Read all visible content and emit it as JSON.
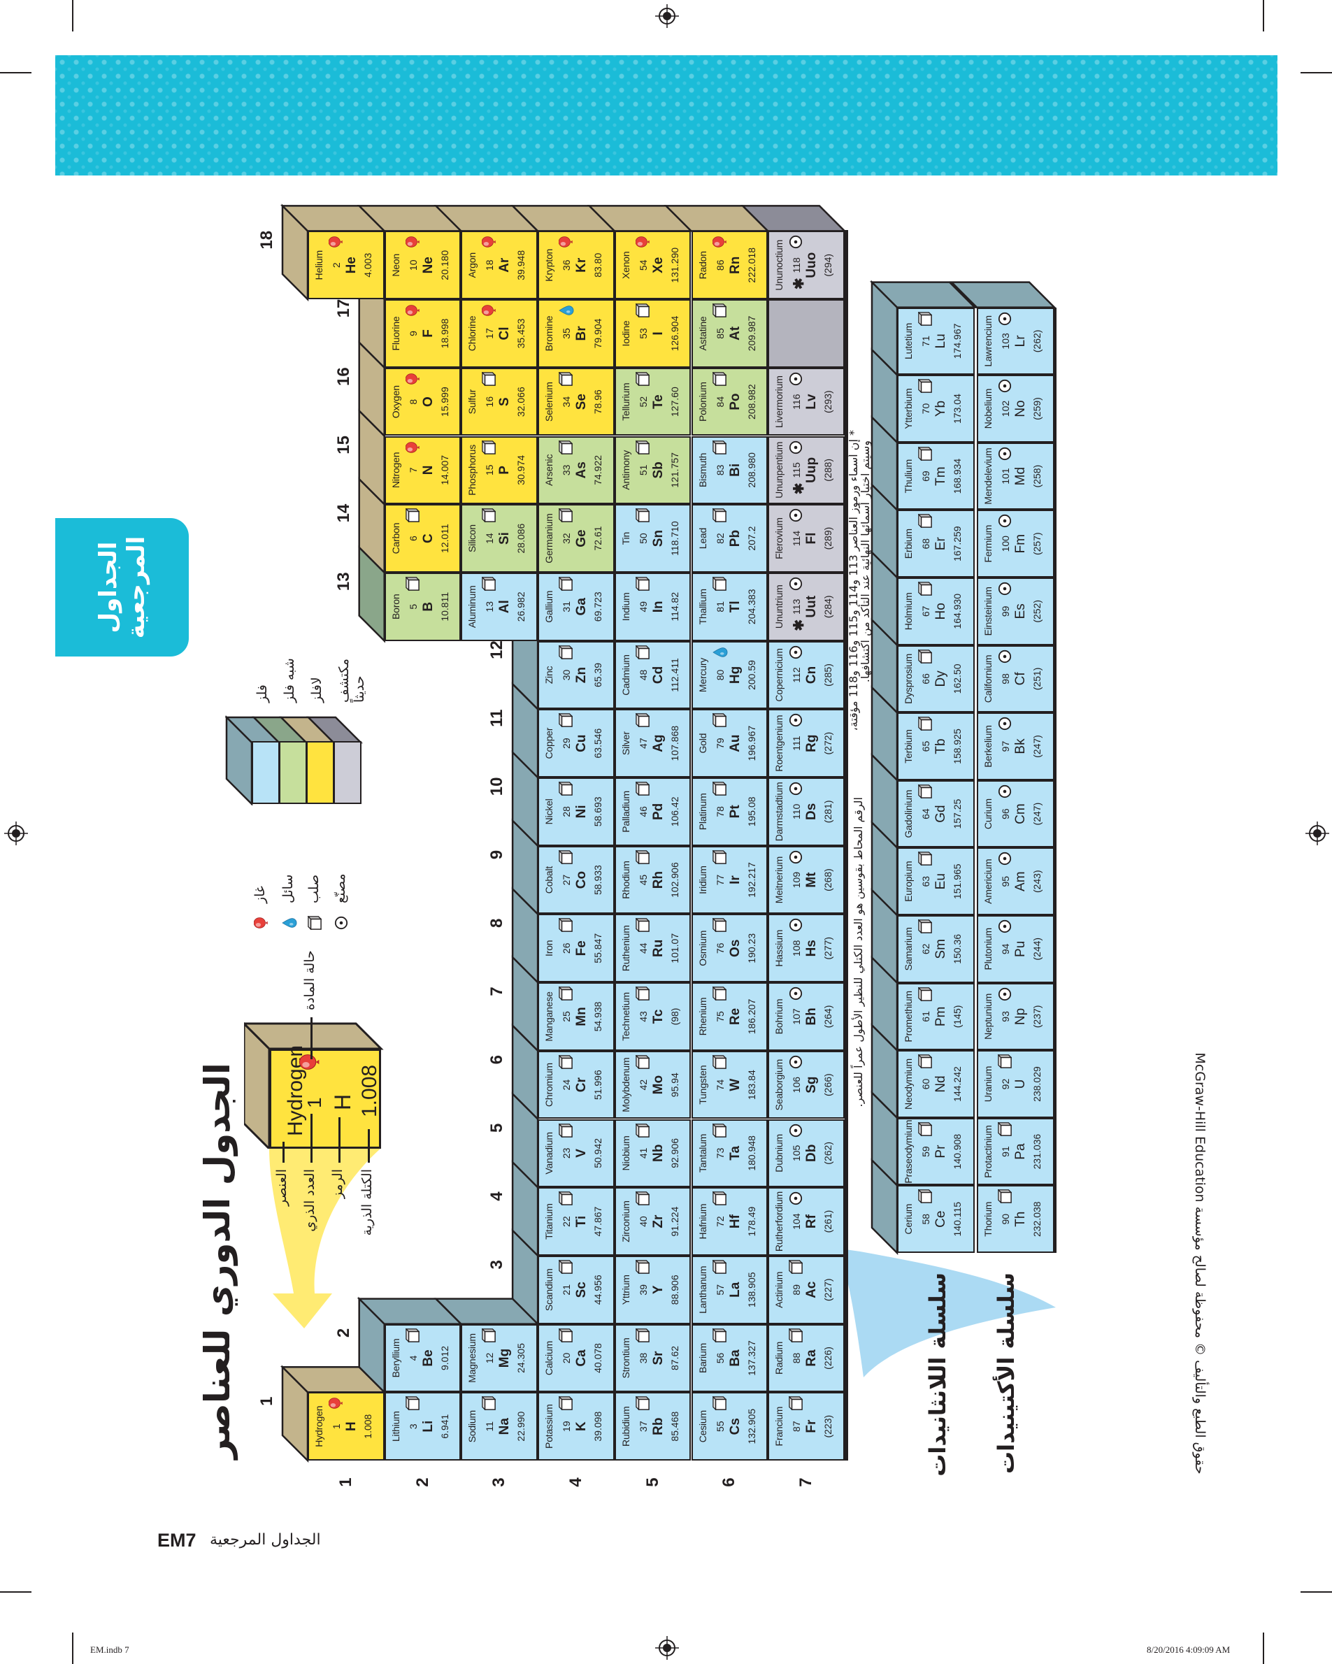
{
  "page": {
    "tab_label_line1": "الجداول",
    "tab_label_line2": "المرجعية",
    "footer_page": "EM7",
    "footer_section": "الجداول المرجعية",
    "slug_file": "EM.indb   7",
    "slug_date": "8/20/2016   4:09:09 AM",
    "copyright": "حقوق الطبع والتأليف © محفوظة لصالح مؤسسة McGraw-Hill Education"
  },
  "title": "الجدول الدوري للعناصر",
  "key": {
    "name": "Hydrogen",
    "number": "1",
    "symbol": "H",
    "mass": "1.008",
    "label_element": "العنصر",
    "label_number": "العدد الذري",
    "label_symbol": "الرمز",
    "label_mass": "الكتلة الذرية",
    "label_state": "حالة المادة"
  },
  "states": [
    {
      "id": "g",
      "label": "غاز",
      "icon": "gas-balloon-icon"
    },
    {
      "id": "l",
      "label": "سائل",
      "icon": "liquid-drop-icon"
    },
    {
      "id": "s",
      "label": "صلب",
      "icon": "solid-cube-icon"
    },
    {
      "id": "x",
      "label": "مصنّع",
      "icon": "synthetic-circle-icon"
    }
  ],
  "categories": [
    {
      "id": "m",
      "label": "فلز",
      "color": "#b8e3f7",
      "bevel": "#87a8b2"
    },
    {
      "id": "md",
      "label": "شبه فلز",
      "color": "#c6df9c",
      "bevel": "#8aa68a"
    },
    {
      "id": "nm",
      "label": "لافلز",
      "color": "#ffe33f",
      "bevel": "#c3b48c"
    },
    {
      "id": "r",
      "label": "مكتشف حديثاً",
      "color": "#cdcdd7",
      "bevel": "#8c8c98"
    }
  ],
  "groups": [
    "1",
    "2",
    "3",
    "4",
    "5",
    "6",
    "7",
    "8",
    "9",
    "10",
    "11",
    "12",
    "13",
    "14",
    "15",
    "16",
    "17",
    "18"
  ],
  "periods": [
    "1",
    "2",
    "3",
    "4",
    "5",
    "6",
    "7"
  ],
  "elements": [
    [
      "Hydrogen",
      "1",
      "H",
      "1.008",
      1,
      1,
      "nm",
      "g"
    ],
    [
      "Helium",
      "2",
      "He",
      "4.003",
      18,
      1,
      "nm",
      "g"
    ],
    [
      "Lithium",
      "3",
      "Li",
      "6.941",
      1,
      2,
      "m",
      "s"
    ],
    [
      "Beryllium",
      "4",
      "Be",
      "9.012",
      2,
      2,
      "m",
      "s"
    ],
    [
      "Boron",
      "5",
      "B",
      "10.811",
      13,
      2,
      "md",
      "s"
    ],
    [
      "Carbon",
      "6",
      "C",
      "12.011",
      14,
      2,
      "nm",
      "s"
    ],
    [
      "Nitrogen",
      "7",
      "N",
      "14.007",
      15,
      2,
      "nm",
      "g"
    ],
    [
      "Oxygen",
      "8",
      "O",
      "15.999",
      16,
      2,
      "nm",
      "g"
    ],
    [
      "Fluorine",
      "9",
      "F",
      "18.998",
      17,
      2,
      "nm",
      "g"
    ],
    [
      "Neon",
      "10",
      "Ne",
      "20.180",
      18,
      2,
      "nm",
      "g"
    ],
    [
      "Sodium",
      "11",
      "Na",
      "22.990",
      1,
      3,
      "m",
      "s"
    ],
    [
      "Magnesium",
      "12",
      "Mg",
      "24.305",
      2,
      3,
      "m",
      "s"
    ],
    [
      "Aluminum",
      "13",
      "Al",
      "26.982",
      13,
      3,
      "m",
      "s"
    ],
    [
      "Silicon",
      "14",
      "Si",
      "28.086",
      14,
      3,
      "md",
      "s"
    ],
    [
      "Phosphorus",
      "15",
      "P",
      "30.974",
      15,
      3,
      "nm",
      "s"
    ],
    [
      "Sulfur",
      "16",
      "S",
      "32.066",
      16,
      3,
      "nm",
      "s"
    ],
    [
      "Chlorine",
      "17",
      "Cl",
      "35.453",
      17,
      3,
      "nm",
      "g"
    ],
    [
      "Argon",
      "18",
      "Ar",
      "39.948",
      18,
      3,
      "nm",
      "g"
    ],
    [
      "Potassium",
      "19",
      "K",
      "39.098",
      1,
      4,
      "m",
      "s"
    ],
    [
      "Calcium",
      "20",
      "Ca",
      "40.078",
      2,
      4,
      "m",
      "s"
    ],
    [
      "Scandium",
      "21",
      "Sc",
      "44.956",
      3,
      4,
      "m",
      "s"
    ],
    [
      "Titanium",
      "22",
      "Ti",
      "47.867",
      4,
      4,
      "m",
      "s"
    ],
    [
      "Vanadium",
      "23",
      "V",
      "50.942",
      5,
      4,
      "m",
      "s"
    ],
    [
      "Chromium",
      "24",
      "Cr",
      "51.996",
      6,
      4,
      "m",
      "s"
    ],
    [
      "Manganese",
      "25",
      "Mn",
      "54.938",
      7,
      4,
      "m",
      "s"
    ],
    [
      "Iron",
      "26",
      "Fe",
      "55.847",
      8,
      4,
      "m",
      "s"
    ],
    [
      "Cobalt",
      "27",
      "Co",
      "58.933",
      9,
      4,
      "m",
      "s"
    ],
    [
      "Nickel",
      "28",
      "Ni",
      "58.693",
      10,
      4,
      "m",
      "s"
    ],
    [
      "Copper",
      "29",
      "Cu",
      "63.546",
      11,
      4,
      "m",
      "s"
    ],
    [
      "Zinc",
      "30",
      "Zn",
      "65.39",
      12,
      4,
      "m",
      "s"
    ],
    [
      "Gallium",
      "31",
      "Ga",
      "69.723",
      13,
      4,
      "m",
      "s"
    ],
    [
      "Germanium",
      "32",
      "Ge",
      "72.61",
      14,
      4,
      "md",
      "s"
    ],
    [
      "Arsenic",
      "33",
      "As",
      "74.922",
      15,
      4,
      "md",
      "s"
    ],
    [
      "Selenium",
      "34",
      "Se",
      "78.96",
      16,
      4,
      "nm",
      "s"
    ],
    [
      "Bromine",
      "35",
      "Br",
      "79.904",
      17,
      4,
      "nm",
      "l"
    ],
    [
      "Krypton",
      "36",
      "Kr",
      "83.80",
      18,
      4,
      "nm",
      "g"
    ],
    [
      "Rubidium",
      "37",
      "Rb",
      "85.468",
      1,
      5,
      "m",
      "s"
    ],
    [
      "Strontium",
      "38",
      "Sr",
      "87.62",
      2,
      5,
      "m",
      "s"
    ],
    [
      "Yttrium",
      "39",
      "Y",
      "88.906",
      3,
      5,
      "m",
      "s"
    ],
    [
      "Zirconium",
      "40",
      "Zr",
      "91.224",
      4,
      5,
      "m",
      "s"
    ],
    [
      "Niobium",
      "41",
      "Nb",
      "92.906",
      5,
      5,
      "m",
      "s"
    ],
    [
      "Molybdenum",
      "42",
      "Mo",
      "95.94",
      6,
      5,
      "m",
      "s"
    ],
    [
      "Technetium",
      "43",
      "Tc",
      "(98)",
      7,
      5,
      "m",
      "s"
    ],
    [
      "Ruthenium",
      "44",
      "Ru",
      "101.07",
      8,
      5,
      "m",
      "s"
    ],
    [
      "Rhodium",
      "45",
      "Rh",
      "102.906",
      9,
      5,
      "m",
      "s"
    ],
    [
      "Palladium",
      "46",
      "Pd",
      "106.42",
      10,
      5,
      "m",
      "s"
    ],
    [
      "Silver",
      "47",
      "Ag",
      "107.868",
      11,
      5,
      "m",
      "s"
    ],
    [
      "Cadmium",
      "48",
      "Cd",
      "112.411",
      12,
      5,
      "m",
      "s"
    ],
    [
      "Indium",
      "49",
      "In",
      "114.82",
      13,
      5,
      "m",
      "s"
    ],
    [
      "Tin",
      "50",
      "Sn",
      "118.710",
      14,
      5,
      "m",
      "s"
    ],
    [
      "Antimony",
      "51",
      "Sb",
      "121.757",
      15,
      5,
      "md",
      "s"
    ],
    [
      "Tellurium",
      "52",
      "Te",
      "127.60",
      16,
      5,
      "md",
      "s"
    ],
    [
      "Iodine",
      "53",
      "I",
      "126.904",
      17,
      5,
      "nm",
      "s"
    ],
    [
      "Xenon",
      "54",
      "Xe",
      "131.290",
      18,
      5,
      "nm",
      "g"
    ],
    [
      "Cesium",
      "55",
      "Cs",
      "132.905",
      1,
      6,
      "m",
      "s"
    ],
    [
      "Barium",
      "56",
      "Ba",
      "137.327",
      2,
      6,
      "m",
      "s"
    ],
    [
      "Lanthanum",
      "57",
      "La",
      "138.905",
      3,
      6,
      "m",
      "s"
    ],
    [
      "Hafnium",
      "72",
      "Hf",
      "178.49",
      4,
      6,
      "m",
      "s"
    ],
    [
      "Tantalum",
      "73",
      "Ta",
      "180.948",
      5,
      6,
      "m",
      "s"
    ],
    [
      "Tungsten",
      "74",
      "W",
      "183.84",
      6,
      6,
      "m",
      "s"
    ],
    [
      "Rhenium",
      "75",
      "Re",
      "186.207",
      7,
      6,
      "m",
      "s"
    ],
    [
      "Osmium",
      "76",
      "Os",
      "190.23",
      8,
      6,
      "m",
      "s"
    ],
    [
      "Iridium",
      "77",
      "Ir",
      "192.217",
      9,
      6,
      "m",
      "s"
    ],
    [
      "Platinum",
      "78",
      "Pt",
      "195.08",
      10,
      6,
      "m",
      "s"
    ],
    [
      "Gold",
      "79",
      "Au",
      "196.967",
      11,
      6,
      "m",
      "s"
    ],
    [
      "Mercury",
      "80",
      "Hg",
      "200.59",
      12,
      6,
      "m",
      "l"
    ],
    [
      "Thallium",
      "81",
      "Tl",
      "204.383",
      13,
      6,
      "m",
      "s"
    ],
    [
      "Lead",
      "82",
      "Pb",
      "207.2",
      14,
      6,
      "m",
      "s"
    ],
    [
      "Bismuth",
      "83",
      "Bi",
      "208.980",
      15,
      6,
      "m",
      "s"
    ],
    [
      "Polonium",
      "84",
      "Po",
      "208.982",
      16,
      6,
      "md",
      "s"
    ],
    [
      "Astatine",
      "85",
      "At",
      "209.987",
      17,
      6,
      "md",
      "s"
    ],
    [
      "Radon",
      "86",
      "Rn",
      "222.018",
      18,
      6,
      "nm",
      "g"
    ],
    [
      "Francium",
      "87",
      "Fr",
      "(223)",
      1,
      7,
      "m",
      "s"
    ],
    [
      "Radium",
      "88",
      "Ra",
      "(226)",
      2,
      7,
      "m",
      "s"
    ],
    [
      "Actinium",
      "89",
      "Ac",
      "(227)",
      3,
      7,
      "m",
      "s"
    ],
    [
      "Rutherfordium",
      "104",
      "Rf",
      "(261)",
      4,
      7,
      "m",
      "x"
    ],
    [
      "Dubnium",
      "105",
      "Db",
      "(262)",
      5,
      7,
      "m",
      "x"
    ],
    [
      "Seaborgium",
      "106",
      "Sg",
      "(266)",
      6,
      7,
      "m",
      "x"
    ],
    [
      "Bohrium",
      "107",
      "Bh",
      "(264)",
      7,
      7,
      "m",
      "x"
    ],
    [
      "Hassium",
      "108",
      "Hs",
      "(277)",
      8,
      7,
      "m",
      "x"
    ],
    [
      "Meitnerium",
      "109",
      "Mt",
      "(268)",
      9,
      7,
      "m",
      "x"
    ],
    [
      "Darmstadtium",
      "110",
      "Ds",
      "(281)",
      10,
      7,
      "m",
      "x"
    ],
    [
      "Roentgenium",
      "111",
      "Rg",
      "(272)",
      11,
      7,
      "m",
      "x"
    ],
    [
      "Copernicium",
      "112",
      "Cn",
      "(285)",
      12,
      7,
      "m",
      "x"
    ],
    [
      "Ununtrium",
      "113",
      "Uut",
      "(284)",
      13,
      7,
      "r",
      "x",
      "*"
    ],
    [
      "Flerovium",
      "114",
      "Fl",
      "(289)",
      14,
      7,
      "r",
      "x"
    ],
    [
      "Ununpentium",
      "115",
      "Uup",
      "(288)",
      15,
      7,
      "r",
      "x",
      "*"
    ],
    [
      "Livermorium",
      "116",
      "Lv",
      "(293)",
      16,
      7,
      "r",
      "x"
    ],
    [
      "",
      "",
      "",
      "",
      17,
      7,
      "empty",
      ""
    ],
    [
      "Ununoctium",
      "118",
      "Uuo",
      "(294)",
      18,
      7,
      "r",
      "x",
      "*"
    ]
  ],
  "lanthanides": {
    "label": "سلسلة اللانثانيدات",
    "items": [
      [
        "Cerium",
        "58",
        "Ce",
        "140.115",
        "s"
      ],
      [
        "Praseodymium",
        "59",
        "Pr",
        "140.908",
        "s"
      ],
      [
        "Neodymium",
        "60",
        "Nd",
        "144.242",
        "s"
      ],
      [
        "Promethium",
        "61",
        "Pm",
        "(145)",
        "s"
      ],
      [
        "Samarium",
        "62",
        "Sm",
        "150.36",
        "s"
      ],
      [
        "Europium",
        "63",
        "Eu",
        "151.965",
        "s"
      ],
      [
        "Gadolinium",
        "64",
        "Gd",
        "157.25",
        "s"
      ],
      [
        "Terbium",
        "65",
        "Tb",
        "158.925",
        "s"
      ],
      [
        "Dysprosium",
        "66",
        "Dy",
        "162.50",
        "s"
      ],
      [
        "Holmium",
        "67",
        "Ho",
        "164.930",
        "s"
      ],
      [
        "Erbium",
        "68",
        "Er",
        "167.259",
        "s"
      ],
      [
        "Thulium",
        "69",
        "Tm",
        "168.934",
        "s"
      ],
      [
        "Ytterbium",
        "70",
        "Yb",
        "173.04",
        "s"
      ],
      [
        "Lutetium",
        "71",
        "Lu",
        "174.967",
        "s"
      ]
    ]
  },
  "actinides": {
    "label": "سلسلة الأكتينيدات",
    "items": [
      [
        "Thorium",
        "90",
        "Th",
        "232.038",
        "s"
      ],
      [
        "Protactinium",
        "91",
        "Pa",
        "231.036",
        "s"
      ],
      [
        "Uranium",
        "92",
        "U",
        "238.029",
        "s"
      ],
      [
        "Neptunium",
        "93",
        "Np",
        "(237)",
        "x"
      ],
      [
        "Plutonium",
        "94",
        "Pu",
        "(244)",
        "x"
      ],
      [
        "Americium",
        "95",
        "Am",
        "(243)",
        "x"
      ],
      [
        "Curium",
        "96",
        "Cm",
        "(247)",
        "x"
      ],
      [
        "Berkelium",
        "97",
        "Bk",
        "(247)",
        "x"
      ],
      [
        "Californium",
        "98",
        "Cf",
        "(251)",
        "x"
      ],
      [
        "Einsteinium",
        "99",
        "Es",
        "(252)",
        "x"
      ],
      [
        "Fermium",
        "100",
        "Fm",
        "(257)",
        "x"
      ],
      [
        "Mendelevium",
        "101",
        "Md",
        "(258)",
        "x"
      ],
      [
        "Nobelium",
        "102",
        "No",
        "(259)",
        "x"
      ],
      [
        "Lawrencium",
        "103",
        "Lr",
        "(262)",
        "x"
      ]
    ]
  },
  "notes": {
    "parentheses": "الرقم المحاط بقوسين هو العدد الكتلي للنظير الأطول عمراً للعنصر.",
    "star_line1": "* إن أسماء ورموز العناصر 113 و114 و115 و116 و118 مؤقتة،",
    "star_line2": "وسيتم اختيار أسمائها النهائية عند التأكد من اكتشافها."
  },
  "empty_cell_color": "#b4b4be",
  "banner_color": "#1bbcd8"
}
